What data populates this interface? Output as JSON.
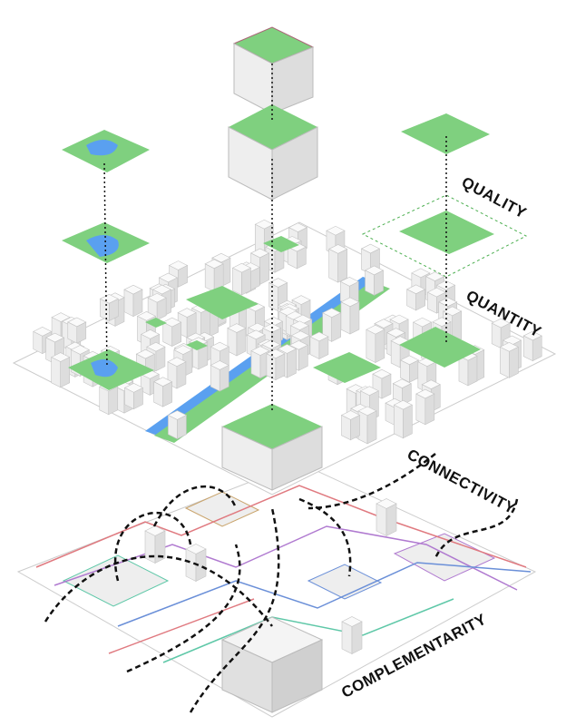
{
  "labels": {
    "quality": "QUALITY",
    "quantity": "QUANTITY",
    "connectivity": "CONNECTIVITY",
    "complementarity": "COMPLEMENTARITY"
  },
  "colors": {
    "green": "#7fd07f",
    "water": "#5aa0f0",
    "building": "#f2f2f2",
    "outline": "#bbbbbb",
    "arrow": "#111111",
    "network": [
      "#e07a80",
      "#c9a36a",
      "#b07ad0",
      "#6a8fd8",
      "#5fc8a8"
    ]
  }
}
